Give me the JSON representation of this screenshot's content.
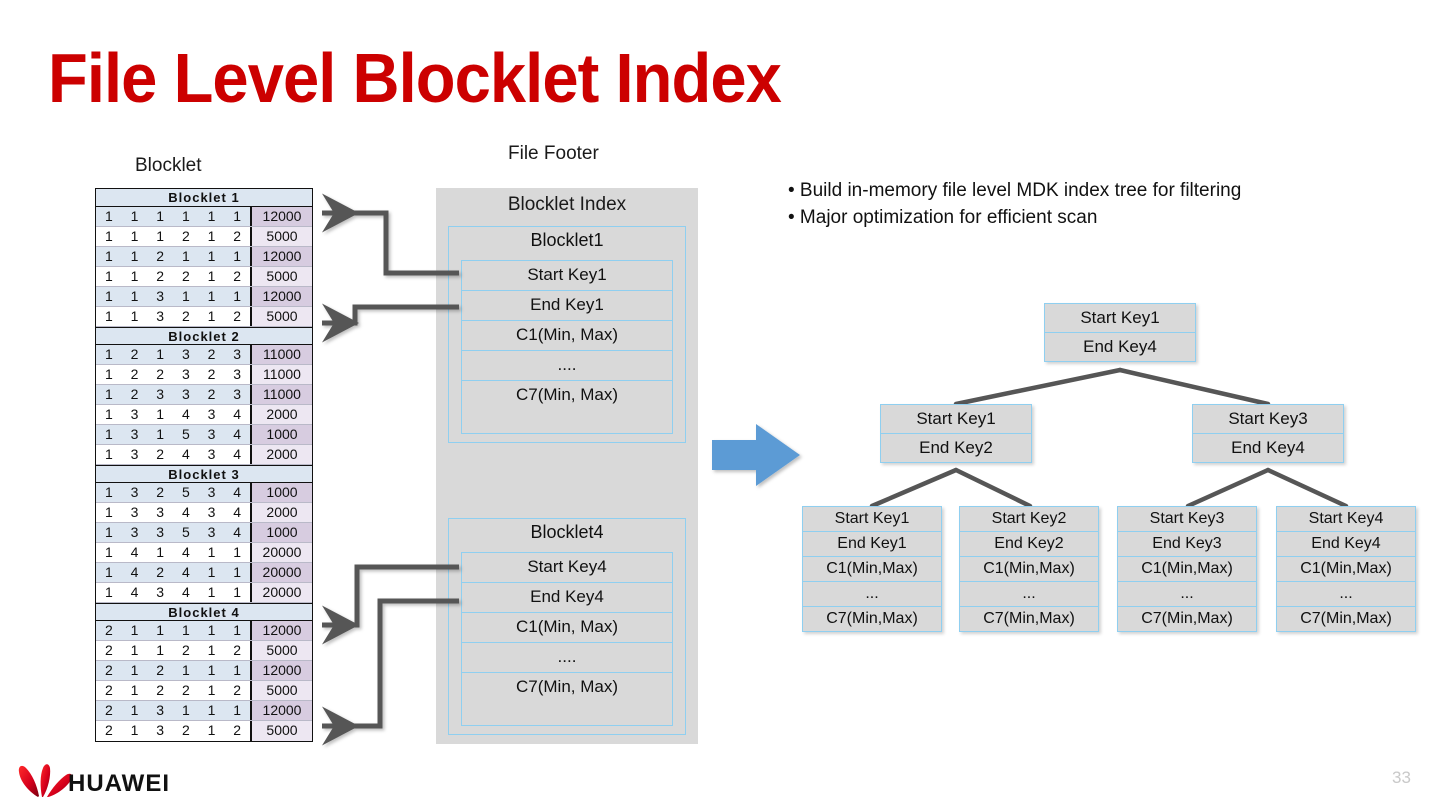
{
  "slide": {
    "title": "File Level Blocklet Index",
    "page_number": "33",
    "brand": "HUAWEI",
    "title_color": "#CC0000",
    "accent_blue": "#5B9BD5",
    "box_border": "#8FCFF0",
    "panel_gray": "#D9D9D9"
  },
  "labels": {
    "blocklet": "Blocklet",
    "file_footer": "File Footer"
  },
  "bullets": [
    "• Build in-memory file level MDK index tree for filtering",
    "• Major optimization for efficient scan"
  ],
  "blocklet_table": {
    "groups": [
      {
        "header": "Blocklet  1",
        "rows": [
          {
            "dims": [
              "1",
              "1",
              "1",
              "1",
              "1",
              "1"
            ],
            "measure": "12000"
          },
          {
            "dims": [
              "1",
              "1",
              "1",
              "2",
              "1",
              "2"
            ],
            "measure": "5000"
          },
          {
            "dims": [
              "1",
              "1",
              "2",
              "1",
              "1",
              "1"
            ],
            "measure": "12000"
          },
          {
            "dims": [
              "1",
              "1",
              "2",
              "2",
              "1",
              "2"
            ],
            "measure": "5000"
          },
          {
            "dims": [
              "1",
              "1",
              "3",
              "1",
              "1",
              "1"
            ],
            "measure": "12000"
          },
          {
            "dims": [
              "1",
              "1",
              "3",
              "2",
              "1",
              "2"
            ],
            "measure": "5000"
          }
        ]
      },
      {
        "header": "Blocklet  2",
        "rows": [
          {
            "dims": [
              "1",
              "2",
              "1",
              "3",
              "2",
              "3"
            ],
            "measure": "11000"
          },
          {
            "dims": [
              "1",
              "2",
              "2",
              "3",
              "2",
              "3"
            ],
            "measure": "11000"
          },
          {
            "dims": [
              "1",
              "2",
              "3",
              "3",
              "2",
              "3"
            ],
            "measure": "11000"
          },
          {
            "dims": [
              "1",
              "3",
              "1",
              "4",
              "3",
              "4"
            ],
            "measure": "2000"
          },
          {
            "dims": [
              "1",
              "3",
              "1",
              "5",
              "3",
              "4"
            ],
            "measure": "1000"
          },
          {
            "dims": [
              "1",
              "3",
              "2",
              "4",
              "3",
              "4"
            ],
            "measure": "2000"
          }
        ]
      },
      {
        "header": "Blocklet  3",
        "rows": [
          {
            "dims": [
              "1",
              "3",
              "2",
              "5",
              "3",
              "4"
            ],
            "measure": "1000"
          },
          {
            "dims": [
              "1",
              "3",
              "3",
              "4",
              "3",
              "4"
            ],
            "measure": "2000"
          },
          {
            "dims": [
              "1",
              "3",
              "3",
              "5",
              "3",
              "4"
            ],
            "measure": "1000"
          },
          {
            "dims": [
              "1",
              "4",
              "1",
              "4",
              "1",
              "1"
            ],
            "measure": "20000"
          },
          {
            "dims": [
              "1",
              "4",
              "2",
              "4",
              "1",
              "1"
            ],
            "measure": "20000"
          },
          {
            "dims": [
              "1",
              "4",
              "3",
              "4",
              "1",
              "1"
            ],
            "measure": "20000"
          }
        ]
      },
      {
        "header": "Blocklet  4",
        "rows": [
          {
            "dims": [
              "2",
              "1",
              "1",
              "1",
              "1",
              "1"
            ],
            "measure": "12000"
          },
          {
            "dims": [
              "2",
              "1",
              "1",
              "2",
              "1",
              "2"
            ],
            "measure": "5000"
          },
          {
            "dims": [
              "2",
              "1",
              "2",
              "1",
              "1",
              "1"
            ],
            "measure": "12000"
          },
          {
            "dims": [
              "2",
              "1",
              "2",
              "2",
              "1",
              "2"
            ],
            "measure": "5000"
          },
          {
            "dims": [
              "2",
              "1",
              "3",
              "1",
              "1",
              "1"
            ],
            "measure": "12000"
          },
          {
            "dims": [
              "2",
              "1",
              "3",
              "2",
              "1",
              "2"
            ],
            "measure": "5000"
          }
        ]
      }
    ]
  },
  "file_footer": {
    "panel_title": "Blocklet Index",
    "entries": [
      {
        "name": "Blocklet1",
        "cells": [
          "Start Key1",
          "End Key1",
          "C1(Min, Max)",
          "....",
          "C7(Min, Max)"
        ]
      },
      {
        "name": "Blocklet4",
        "cells": [
          "Start Key4",
          "End Key4",
          "C1(Min, Max)",
          "....",
          "C7(Min, Max)"
        ]
      }
    ]
  },
  "tree": {
    "root": {
      "rows": [
        "Start Key1",
        "End Key4"
      ]
    },
    "level2": [
      {
        "rows": [
          "Start Key1",
          "End Key2"
        ]
      },
      {
        "rows": [
          "Start Key3",
          "End Key4"
        ]
      }
    ],
    "leaves": [
      {
        "rows": [
          "Start Key1",
          "End Key1",
          "C1(Min,Max)",
          "...",
          "C7(Min,Max)"
        ]
      },
      {
        "rows": [
          "Start Key2",
          "End Key2",
          "C1(Min,Max)",
          "...",
          "C7(Min,Max)"
        ]
      },
      {
        "rows": [
          "Start Key3",
          "End Key3",
          "C1(Min,Max)",
          "...",
          "C7(Min,Max)"
        ]
      },
      {
        "rows": [
          "Start Key4",
          "End Key4",
          "C1(Min,Max)",
          "...",
          "C7(Min,Max)"
        ]
      }
    ]
  }
}
